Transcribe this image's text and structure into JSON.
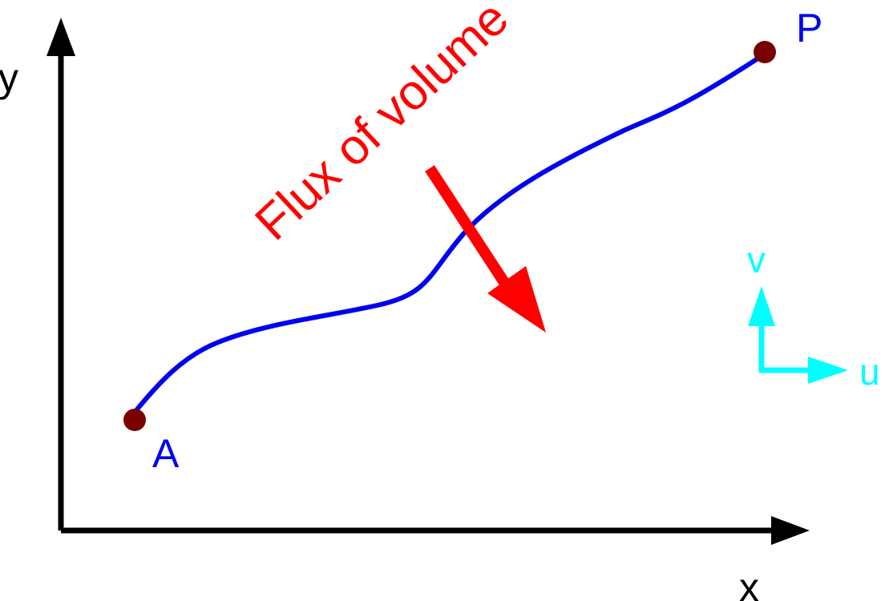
{
  "axes": {
    "x_label": "x",
    "y_label": "y",
    "color": "#000000"
  },
  "points": {
    "start_label": "A",
    "end_label": "P",
    "marker_color": "#7a0000",
    "label_color": "#0000ee"
  },
  "curve": {
    "color": "#0000ee"
  },
  "flux": {
    "label": "Flux of volume",
    "color": "#ff0000"
  },
  "velocity": {
    "u_label": "u",
    "v_label": "v",
    "color": "#00ffff"
  }
}
